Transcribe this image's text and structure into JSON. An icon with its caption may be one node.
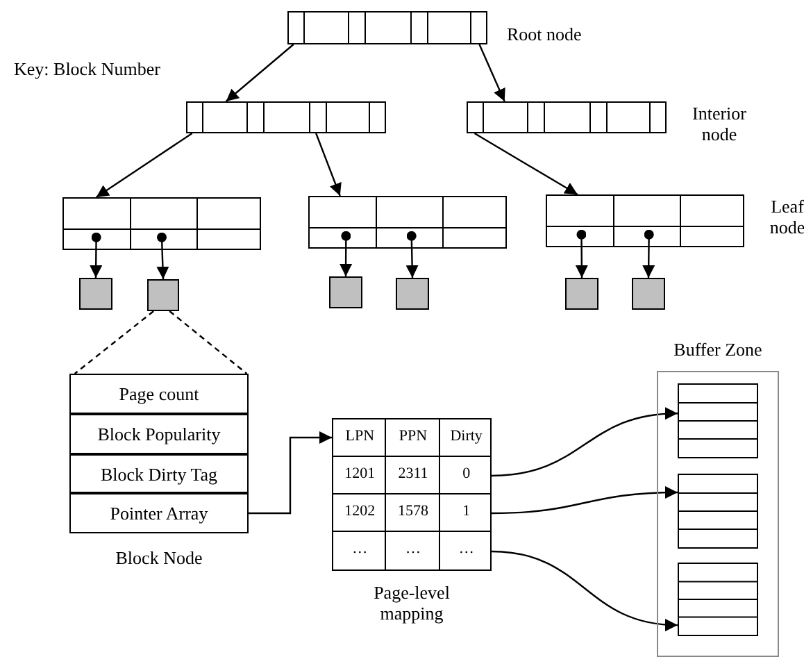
{
  "diagram": {
    "nodes": [
      {
        "text": [],
        "shape": "box",
        "beside": [
          "Root node"
        ]
      },
      {
        "text": [],
        "shape": "box"
      },
      {
        "text": [],
        "shape": "box",
        "beside": [
          "Interior node"
        ]
      },
      {
        "text": [],
        "shape": "box"
      },
      {
        "text": [],
        "shape": "box"
      },
      {
        "text": [],
        "shape": "box",
        "beside": [
          "Leaf node"
        ]
      },
      {
        "text": [],
        "shape": "box"
      },
      {
        "text": [],
        "shape": "box"
      },
      {
        "text": [],
        "shape": "box"
      },
      {
        "text": [],
        "shape": "box"
      },
      {
        "text": [],
        "shape": "box"
      },
      {
        "text": [],
        "shape": "box"
      },
      {
        "text": [
          "Block Node"
        ]
      },
      {
        "text": [
          "Page count"
        ],
        "in": 12
      },
      {
        "text": [
          "Block Popularity"
        ],
        "in": 12
      },
      {
        "text": [
          "Block Dirty Tag"
        ],
        "in": 12
      },
      {
        "text": [
          "Pointer Array"
        ],
        "in": 12
      },
      {
        "text": [
          "Page-level mapping"
        ]
      },
      {
        "text": [
          "LPN",
          "PPN",
          "Dirty"
        ],
        "in": 17
      },
      {
        "text": [
          "1201",
          "2311",
          "0"
        ],
        "in": 17
      },
      {
        "text": [
          "1202",
          "1578",
          "1"
        ],
        "in": 17
      },
      {
        "text": [
          "…",
          "…",
          "…"
        ],
        "in": 17
      },
      {
        "text": [
          "Buffer Zone"
        ]
      },
      {
        "text": [],
        "shape": "box",
        "in": 22
      },
      {
        "text": [],
        "shape": "box",
        "in": 22
      },
      {
        "text": [],
        "shape": "box",
        "in": 22
      }
    ],
    "edges": [
      {
        "from": 0,
        "to": 1,
        "arrow": "to"
      },
      {
        "from": 0,
        "to": 2,
        "arrow": "to"
      },
      {
        "from": 1,
        "to": 3,
        "arrow": "to"
      },
      {
        "from": 1,
        "to": 4,
        "arrow": "to"
      },
      {
        "from": 2,
        "to": 5,
        "arrow": "to"
      },
      {
        "from": 3,
        "to": 6,
        "arrow": "to"
      },
      {
        "from": 3,
        "to": 7,
        "arrow": "to"
      },
      {
        "from": 4,
        "to": 8,
        "arrow": "to"
      },
      {
        "from": 4,
        "to": 9,
        "arrow": "to"
      },
      {
        "from": 5,
        "to": 10,
        "arrow": "to"
      },
      {
        "from": 5,
        "to": 11,
        "arrow": "to"
      },
      {
        "from": 7,
        "to": 12,
        "arrow": "none",
        "style": "dashed"
      },
      {
        "from": 7,
        "to": 12,
        "arrow": "none",
        "style": "dashed"
      },
      {
        "from": 16,
        "to": 18,
        "arrow": "to"
      },
      {
        "from": 19,
        "to": 23,
        "arrow": "to"
      },
      {
        "from": 20,
        "to": 24,
        "arrow": "to"
      },
      {
        "from": 21,
        "to": 25,
        "arrow": "to"
      }
    ],
    "labels": [
      "Key: Block Number"
    ]
  }
}
